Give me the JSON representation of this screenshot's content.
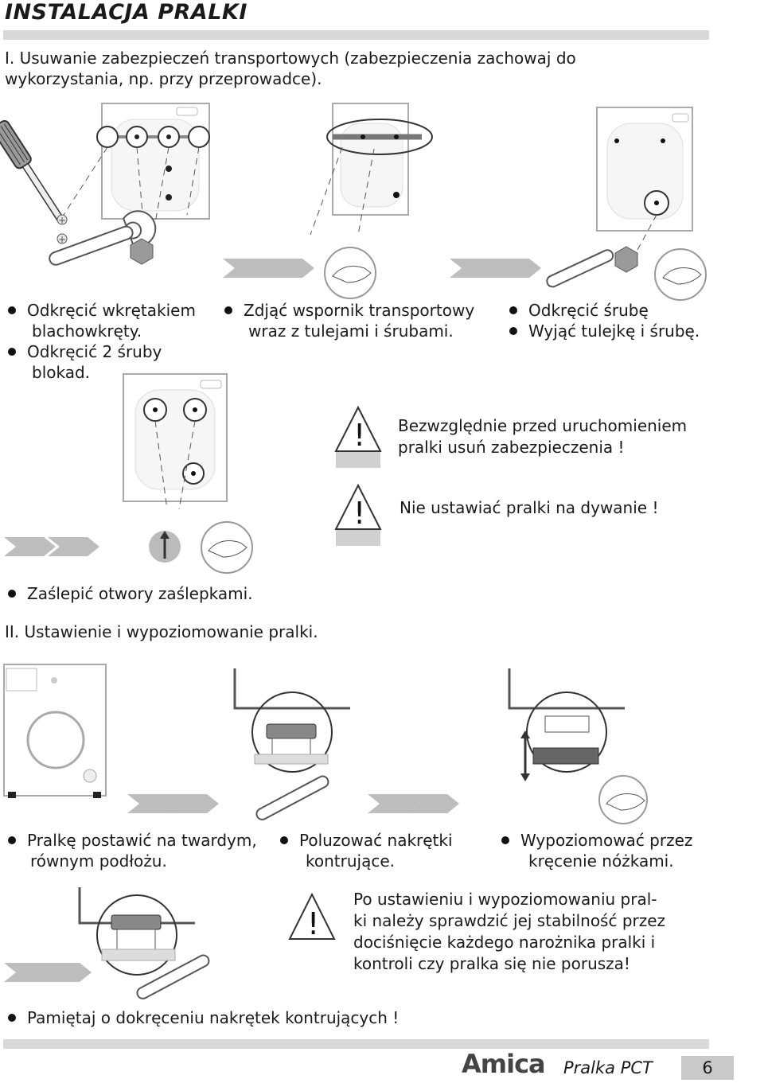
{
  "header": {
    "title": "INSTALACJA PRALKI"
  },
  "section1": {
    "heading_line1": "I. Usuwanie zabezpieczeń transportowych (zabezpieczenia zachowaj do",
    "heading_line2": "wykorzystania, np. przy przeprowadce).",
    "col1": {
      "b1_l1": "Odkręcić wkrętakiem",
      "b1_l2": "blachowkręty.",
      "b2_l1": "Odkręcić 2 śruby",
      "b2_l2": "blokad."
    },
    "col2": {
      "b1_l1": "Zdjąć wspornik transportowy",
      "b1_l2": "wraz z tulejami i śrubami."
    },
    "col3": {
      "b1": "Odkręcić śrubę",
      "b2": "Wyjąć tulejkę i śrubę."
    },
    "warning1_l1": "Bezwzględnie przed uruchomieniem",
    "warning1_l2": "pralki usuń zabezpieczenia !",
    "warning2": "Nie ustawiać pralki na dywanie !",
    "plug_instruction": "Zaślepić otwory  zaślepkami."
  },
  "section2": {
    "heading": "II. Ustawienie i wypoziomowanie pralki.",
    "col1_l1": "Pralkę postawić na twardym,",
    "col1_l2": "równym podłożu.",
    "col2_l1": "Poluzować nakrętki",
    "col2_l2": "kontrujące.",
    "col3_l1": "Wypoziomować przez",
    "col3_l2": "kręcenie nóżkami.",
    "note_l1": "Po ustawieniu i wypoziomowaniu pral-",
    "note_l2": "ki należy sprawdzić jej stabilność przez",
    "note_l3": "dociśnięcie każdego narożnika pralki  i",
    "note_l4": "kontroli czy pralka się nie porusza!",
    "reminder": "Pamiętaj o dokręceniu nakrętek kontrujących !"
  },
  "footer": {
    "brand": "Amica",
    "model": "Pralka PCT",
    "page": "6"
  },
  "colors": {
    "rule": "#d8d8d8",
    "arrow": "#bdbdbd",
    "warning_box": "#d0d0d0"
  }
}
